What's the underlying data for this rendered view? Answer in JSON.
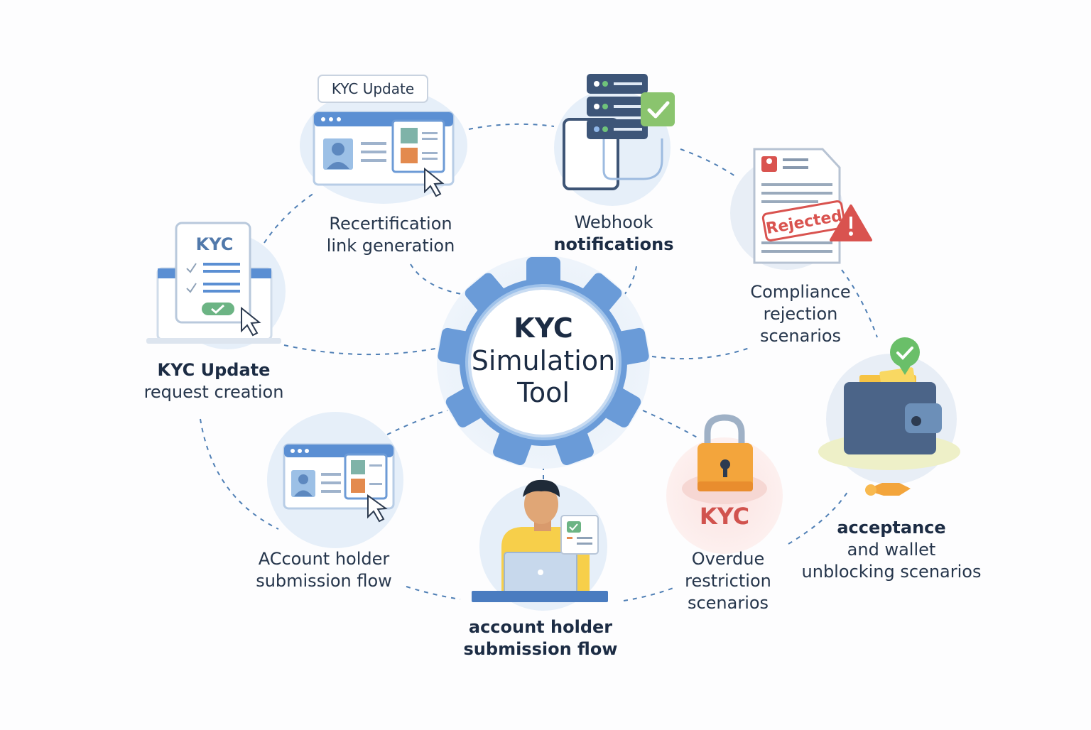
{
  "center": {
    "line1": "KYC",
    "line2": "Simulation",
    "line3": "Tool"
  },
  "nodes": {
    "recertification": {
      "tag": "KYC Update",
      "line1": "Recertification",
      "line2": "link generation"
    },
    "webhook": {
      "line1": "Webhook",
      "line2": "notifications"
    },
    "compliance": {
      "stamp": "Rejected",
      "line1": "Compliance",
      "line2": "rejection",
      "line3": "scenarios"
    },
    "update_request": {
      "doc_title": "KYC",
      "line1": "KYC Update",
      "line2": "request creation"
    },
    "acceptance": {
      "line1": "acceptance",
      "line2": "and wallet",
      "line3": "unblocking scenarios"
    },
    "submission_left": {
      "line1": "ACcount holder",
      "line2": "submission flow"
    },
    "submission_bottom": {
      "line1": "account holder",
      "line2": "submission flow"
    },
    "overdue": {
      "lock_label": "KYC",
      "line1": "Overdue",
      "line2": "restriction",
      "line3": "scenarios"
    }
  },
  "colors": {
    "accent_blue": "#5b93d6",
    "dark_navy": "#3d5578",
    "green_check": "#6abf69",
    "reject_red": "#d9534f",
    "lock_orange": "#f3a53c",
    "wallet_yellow": "#f6c343"
  },
  "icons": [
    "gear-icon",
    "browser-window-icon",
    "cursor-icon",
    "server-icon",
    "check-badge-icon",
    "document-icon",
    "warning-icon",
    "laptop-icon",
    "wallet-icon",
    "padlock-icon",
    "person-icon",
    "key-icon"
  ]
}
